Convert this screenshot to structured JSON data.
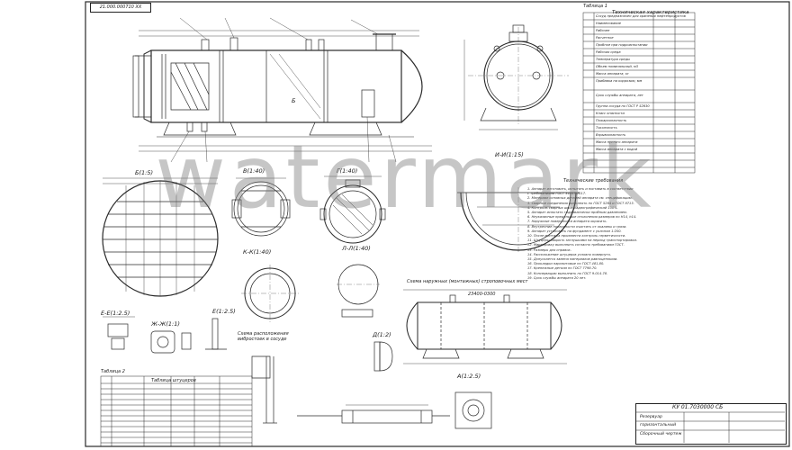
{
  "header": {
    "document_number": "21.000.000710 XX"
  },
  "watermark": "watermark",
  "tech_spec": {
    "table_label": "Таблица 1",
    "title": "Техническая характеристика",
    "rows": [
      "Сосуд предназначен для хранения нефтепродуктов",
      "Наименование",
      "Рабочее",
      "Расчетное",
      "Пробное при гидроиспытании",
      "Рабочая среда",
      "Температура среды",
      "Объем номинальный, м3",
      "Масса аппарата, кг",
      "Прибавка на коррозию, мм",
      "Срок службы аппарата, лет",
      "Группа сосуда по ГОСТ Р 52630",
      "Класс опасности",
      "Пожароопасность",
      "Токсичность",
      "Взрывоопасность",
      "Масса пустого аппарата",
      "Масса аппарата с водой"
    ]
  },
  "views": {
    "main_e": "Б",
    "view_b": "Б(1:5)",
    "view_v": "В(1:40)",
    "view_g": "Г(1:40)",
    "view_i": "И-И(1:15)",
    "view_k": "К-К(1:40)",
    "view_l": "Л-Л(1:40)",
    "view_e": "Е-Е(1:2.5)",
    "view_zh": "Ж-Ж(1:1)",
    "view_ee": "Е(1:2.5)",
    "view_d": "Д(1:2)",
    "view_a": "А(1:2.5)",
    "scheme_label": "Схема расположения",
    "scheme_label2": "вибростоек в сосуде",
    "scheme_top": "Схема наружных (монтажных) строповочных мест",
    "dim_23400": "23400-0300"
  },
  "notes": {
    "title": "Технические требования",
    "lines": [
      "1. Аппарат изготовить, испытать и поставить в соответствии",
      "   с требованиями ГОСТ 34347-2017.",
      "2. Материал основных деталей аппарата см. спецификацию.",
      "3. Сварные соединения выполнять по ГОСТ 5264 и ГОСТ 8713.",
      "4. Контроль сварных швов радиографический 100%.",
      "5. Аппарат испытать гидравлически пробным давлением.",
      "6. Неуказанные предельные отклонения размеров по H14, h14.",
      "7. Наружные поверхности аппарата окрасить.",
      "8. Внутренние поверхности очистить от окалины и грязи.",
      "9. Аппарат установить на фундамент с уклоном 1:200.",
      "10. После монтажа произвести контроль герметичности.",
      "11. Штуцеры закрыть заглушками на период транспортировки.",
      "12. Маркировку выполнить согласно требованиям ГОСТ.",
      "13. Размеры для справок.",
      "14. Расположение штуцеров условно повернуто.",
      "15. Допускается замена материалов равноценными.",
      "16. Прокладки паронитовые по ГОСТ 481-80.",
      "17. Крепежные детали по ГОСТ 7798-70.",
      "18. Консервацию выполнить по ГОСТ 9.014-78.",
      "19. Срок службы аппарата 20 лет."
    ]
  },
  "nozzle_table": {
    "label": "Таблица 2",
    "title": "Таблица штуцеров"
  },
  "stamp": {
    "code": "КУ 01.7030000 СБ",
    "name1": "Резервуар",
    "name2": "горизонтальный",
    "name3": "Сборочный чертеж"
  }
}
